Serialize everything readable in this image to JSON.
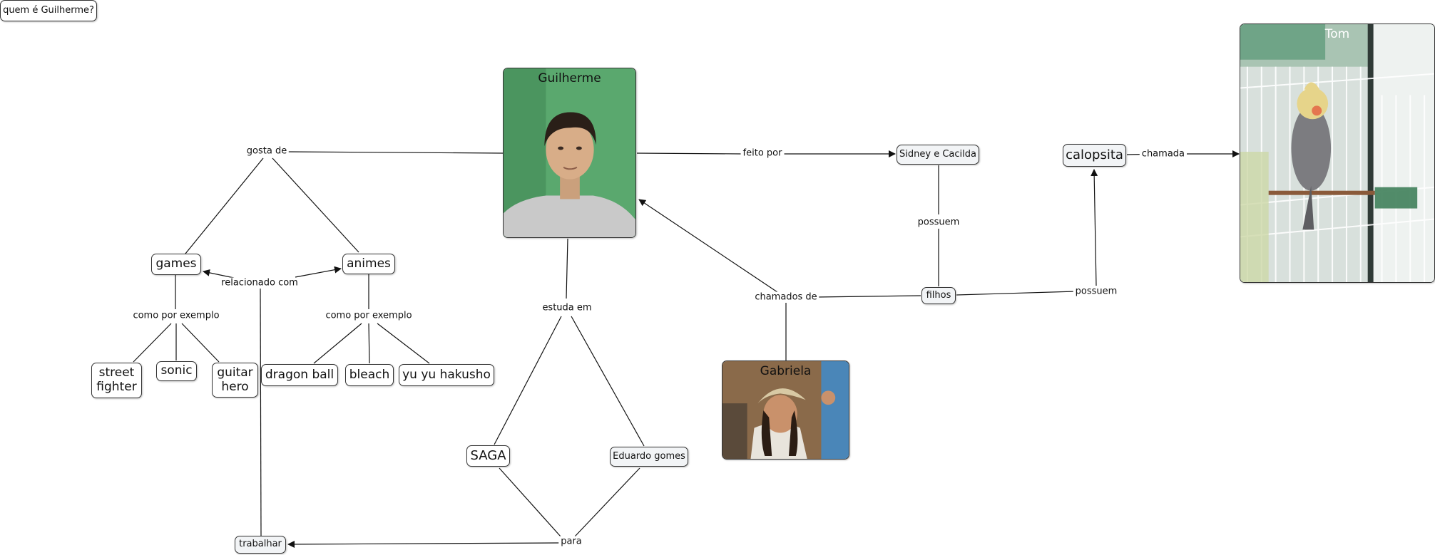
{
  "map_title": "quem é Guilherme?",
  "concepts": {
    "guilherme": "Guilherme",
    "sidney_cacilda": "Sidney e Cacilda",
    "calopsita": "calopsita",
    "tom": "Tom",
    "games": "games",
    "animes": "animes",
    "street_fighter": "street fighter",
    "sonic": "sonic",
    "guitar_hero": "guitar hero",
    "dragon_ball": "dragon ball",
    "bleach": "bleach",
    "yu_yu_hakusho": "yu yu hakusho",
    "filhos": "filhos",
    "gabriela": "Gabriela",
    "saga": "SAGA",
    "eduardo_gomes": "Eduardo gomes",
    "trabalhar": "trabalhar"
  },
  "links": {
    "gosta_de": "gosta de",
    "feito_por": "feito por",
    "chamada": "chamada",
    "possuem_1": "possuem",
    "possuem_2": "possuem",
    "relacionado_com": "relacionado com",
    "como_por_exemplo_1": "como por exemplo",
    "como_por_exemplo_2": "como por exemplo",
    "chamados_de": "chamados de",
    "estuda_em": "estuda em",
    "para": "para"
  },
  "colors": {
    "line": "#111111",
    "tint_bg": "#f2f4f6",
    "guilherme_bg": "#5aa86e",
    "tom_bg": "#9fb8a8",
    "gabriela_bg": "#8a6a4a"
  }
}
